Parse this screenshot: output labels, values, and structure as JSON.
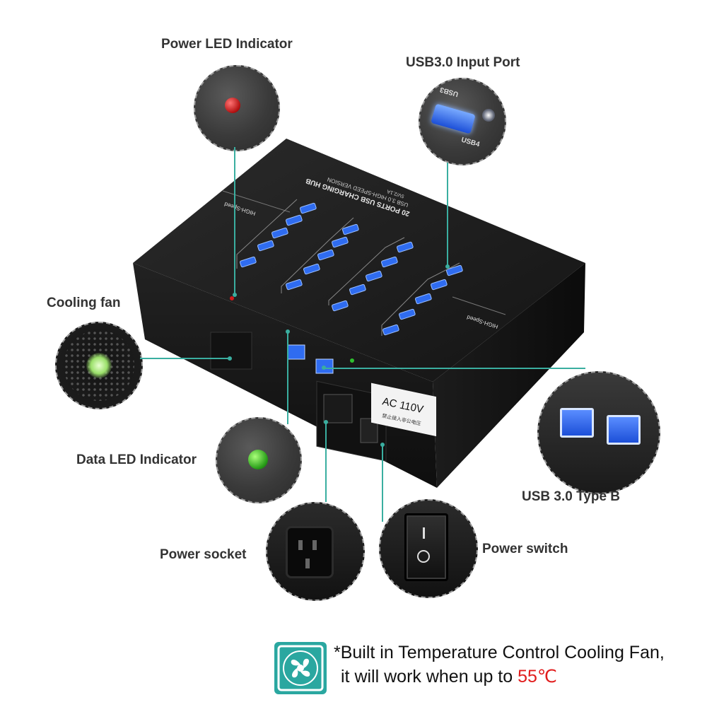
{
  "callouts": {
    "power_led": "Power LED Indicator",
    "usb_input": "USB3.0 Input Port",
    "cooling_fan": "Cooling fan",
    "data_led": "Data LED Indicator",
    "usb_type_b": "USB 3.0 Type B",
    "power_socket": "Power socket",
    "power_switch": "Power switch"
  },
  "device": {
    "top_title": "20 PORTS USB CHARGING HUB",
    "top_subtitle": "USB 3.0 HIGH-SPEED VERSION",
    "top_rating": "5V/2.1A",
    "side_tag_left": "HIGH-Speed",
    "side_tag_right": "HIGH-Speed",
    "ac_label": "AC  110V",
    "ac_sub": "禁止接入非公电压",
    "usb_zoom_labels": [
      "USB3",
      "USB4"
    ]
  },
  "footnote": {
    "line1": "*Built in Temperature Control Cooling Fan,",
    "line2_prefix": "it will work when up to ",
    "line2_temp": "55℃"
  },
  "colors": {
    "accent_line": "#3aaea0",
    "device_body": "#1a1a1a",
    "usb_port": "#2f6cf0",
    "power_led": "#d11a1a",
    "data_led": "#2fbf2f",
    "temp_highlight": "#e11c1c"
  }
}
